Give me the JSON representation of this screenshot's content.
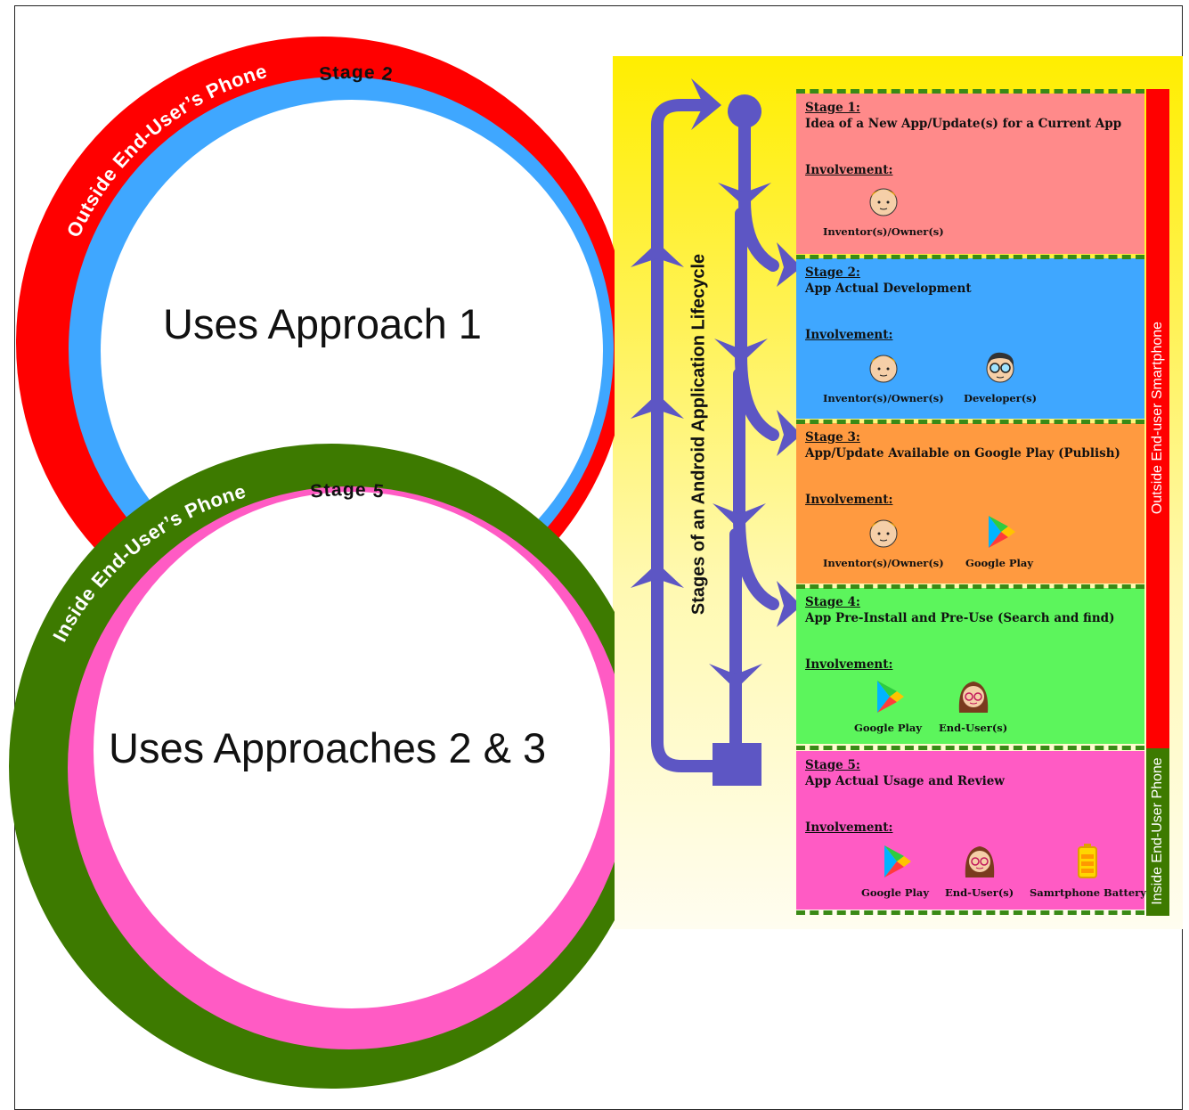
{
  "circle_top": {
    "outer_label": "Outside End-User’s Phone",
    "inner_label": "Stage 2",
    "center_text": "Uses Approach 1",
    "outer_color": "#ff0000",
    "inner_color": "#3fa7ff"
  },
  "circle_bottom": {
    "outer_label": "Inside End-User’s Phone",
    "inner_label": "Stage 5",
    "center_text": "Uses Approaches 2 & 3",
    "outer_color": "#3d7a00",
    "inner_color": "#ff5bc4"
  },
  "lifecycle_label": "Stages of an Android Application Lifecycle",
  "sidebar": {
    "outside_label": "Outside End-user Smartphone",
    "inside_label": "Inside End-User Phone"
  },
  "involvement_label": "Involvement:",
  "stages": [
    {
      "title": "Stage 1:",
      "desc": "Idea of a New App/Update(s) for a Current App",
      "color": "#ff8a8a",
      "actors": [
        {
          "label": "Inventor(s)/Owner(s)",
          "icon": "inventor-icon"
        }
      ]
    },
    {
      "title": "Stage 2:",
      "desc": "App Actual Development",
      "color": "#3fa7ff",
      "actors": [
        {
          "label": "Inventor(s)/Owner(s)",
          "icon": "inventor-icon"
        },
        {
          "label": "Developer(s)",
          "icon": "developer-icon"
        }
      ]
    },
    {
      "title": "Stage 3:",
      "desc": "App/Update Available on Google Play (Publish)",
      "color": "#ff9a40",
      "actors": [
        {
          "label": "Inventor(s)/Owner(s)",
          "icon": "inventor-icon"
        },
        {
          "label": "Google Play",
          "icon": "google-play-icon"
        }
      ]
    },
    {
      "title": "Stage 4:",
      "desc": "App Pre-Install and Pre-Use (Search and find)",
      "color": "#5cf55c",
      "actors": [
        {
          "label": "Google Play",
          "icon": "google-play-icon"
        },
        {
          "label": "End-User(s)",
          "icon": "end-user-icon"
        }
      ]
    },
    {
      "title": "Stage 5:",
      "desc": "App Actual Usage and Review",
      "color": "#ff5bc4",
      "actors": [
        {
          "label": "Google Play",
          "icon": "google-play-icon"
        },
        {
          "label": "End-User(s)",
          "icon": "end-user-icon"
        },
        {
          "label": "Samrtphone Battery",
          "icon": "battery-icon"
        }
      ]
    }
  ]
}
